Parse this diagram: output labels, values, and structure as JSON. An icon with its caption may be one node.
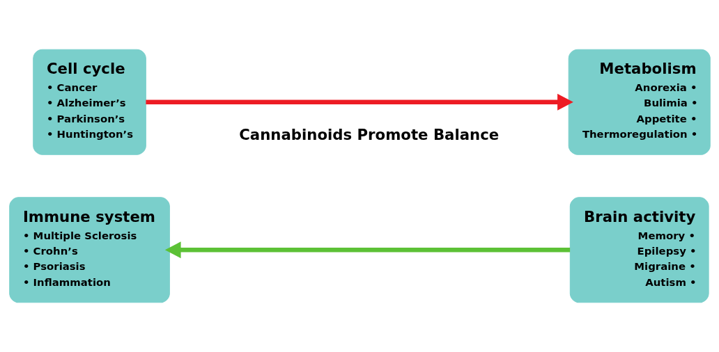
{
  "diagram": {
    "nodes": [
      {
        "text": [
          "Cell cycle",
          "• Cancer",
          "• Alzheimer’s",
          "• Parkinson’s",
          "• Huntington’s"
        ]
      },
      {
        "text": [
          "Metabolism",
          "Anorexia •",
          "Bulimia •",
          "Appetite •",
          "Thermoregulation •"
        ]
      },
      {
        "text": [
          "Immune system",
          "• Multiple Sclerosis",
          "• Crohn’s",
          "• Psoriasis",
          "• Inflammation"
        ]
      },
      {
        "text": [
          "Brain activity",
          "Memory •",
          "Epilepsy •",
          "Migraine •",
          "Autism •"
        ]
      }
    ],
    "edges": [
      {
        "from": 0,
        "to": 1,
        "arrow": "to",
        "color": "#ed1c24"
      },
      {
        "from": 3,
        "to": 2,
        "arrow": "to",
        "color": "#5cc136"
      }
    ],
    "labels": [
      "Cannabinoids Promote Balance"
    ]
  }
}
